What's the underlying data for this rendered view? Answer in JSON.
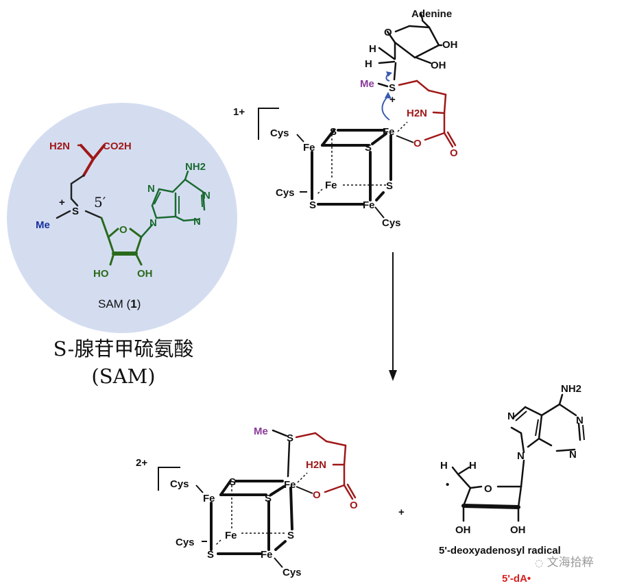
{
  "sam": {
    "amine": "H2N",
    "acid": "CO2H",
    "sulfonium_charge": "+",
    "sulfur": "S",
    "methyl": "Me",
    "prime_label": "5′",
    "amino_group": "NH2",
    "ring_N": "N",
    "ring_O": "O",
    "hydroxyl_left": "HO",
    "hydroxyl_right": "OH",
    "name_prefix": "SAM (",
    "compound_number": "1",
    "name_suffix": ")",
    "cn_name": "S-腺苷甲硫氨酸",
    "cn_abbrev": "(SAM)"
  },
  "top_complex": {
    "charge": "1+",
    "adenine": "Adenine",
    "oh1": "OH",
    "oh2": "OH",
    "ring_O": "O",
    "h1": "H",
    "h2": "H",
    "methyl": "Me",
    "sulfur": "S",
    "plus": "+",
    "amine": "H2N",
    "fe": "Fe",
    "s": "S",
    "cys": "Cys",
    "carbonyl_O": "O"
  },
  "bottom_complex": {
    "charge": "2+",
    "methyl": "Me",
    "sulfur": "S",
    "amine": "H2N",
    "fe": "Fe",
    "s": "S",
    "cys": "Cys",
    "carbonyl_O": "O"
  },
  "plus_sign": "+",
  "radical": {
    "amino_group": "NH2",
    "ring_N": "N",
    "h": "H",
    "ring_O": "O",
    "oh": "OH",
    "radical_dot": "•",
    "name": "5'-deoxyadenosyl radical",
    "abbrev": "5'-dA•"
  },
  "watermark": "文海拾粹",
  "colors": {
    "circle": "#d4ddf0",
    "amino_acid": "#a01818",
    "sugar": "#2a6a1c",
    "adenine": "#1a6a30",
    "methyl_sam": "#1830a0",
    "methyl_purple": "#8a3a9a",
    "arrow_blue": "#3a5ab0",
    "radical_red": "#d82020",
    "black": "#111111"
  }
}
